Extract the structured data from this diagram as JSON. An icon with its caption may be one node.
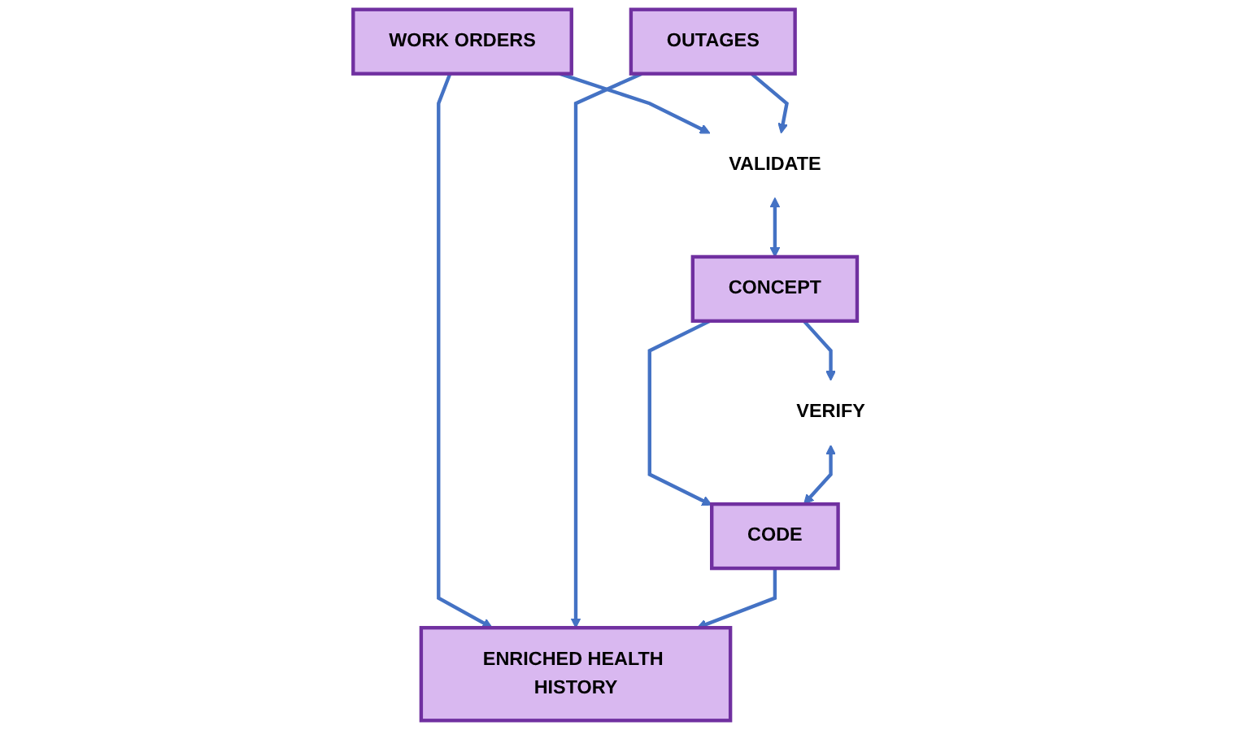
{
  "diagram": {
    "nodes": [
      {
        "text": [
          "WORK ORDERS"
        ]
      },
      {
        "text": [
          "OUTAGES"
        ]
      },
      {
        "text": [
          "VALIDATE"
        ]
      },
      {
        "text": [
          "VERIFY"
        ]
      },
      {
        "text": [
          "CONCEPT"
        ]
      },
      {
        "text": [
          "CODE"
        ]
      },
      {
        "text": [
          "ENRICHED HEALTH HISTORY"
        ]
      }
    ],
    "edges": [
      {
        "from": 0,
        "to": 2,
        "arrow": "to"
      },
      {
        "from": 0,
        "to": 6,
        "arrow": "to"
      },
      {
        "from": 1,
        "to": 2,
        "arrow": "to"
      },
      {
        "from": 1,
        "to": 6,
        "arrow": "to"
      },
      {
        "from": 2,
        "to": 4,
        "arrow": "both"
      },
      {
        "from": 4,
        "to": 3,
        "arrow": "to"
      },
      {
        "from": 4,
        "to": 5,
        "arrow": "to"
      },
      {
        "from": 3,
        "to": 5,
        "arrow": "both"
      },
      {
        "from": 5,
        "to": 6,
        "arrow": "to"
      }
    ]
  }
}
